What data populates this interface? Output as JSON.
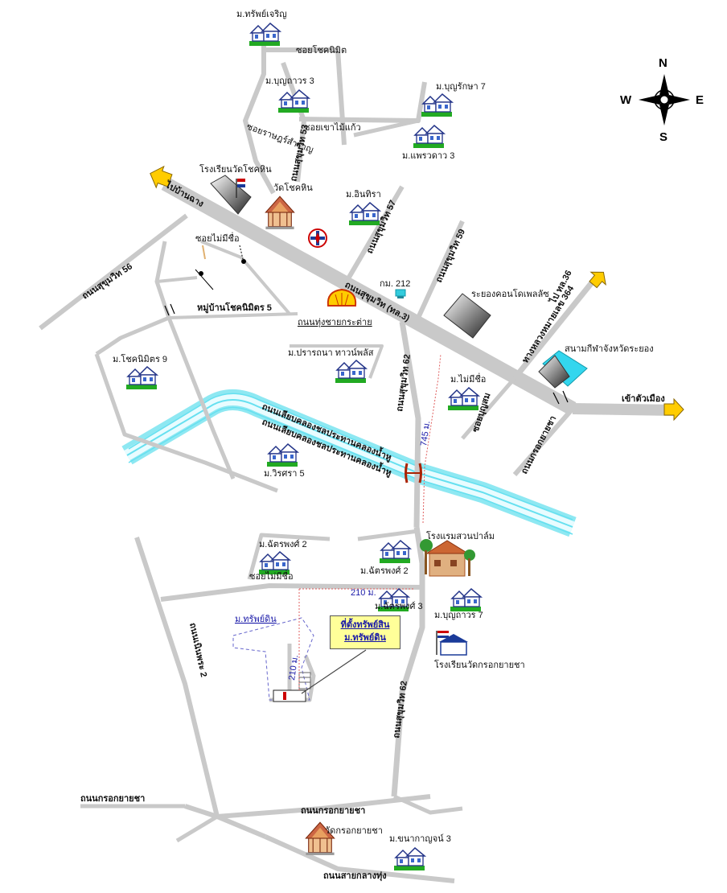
{
  "compass": {
    "n": "N",
    "s": "S",
    "e": "E",
    "w": "W"
  },
  "roads": {
    "sukhumvit_main": "ถนนสุขุมวิท (ทล.3)",
    "to_ban_chang": "ไปบ้านฉาง",
    "to_route36": "ไป ทล.36",
    "to_city": "เข้าตัวเมือง",
    "sukhumvit_53": "ถนนสุขุมวิท 53",
    "sukhumvit_56": "ถนนสุขุมวิท 56",
    "sukhumvit_57": "ถนนสุขุมวิท 57",
    "sukhumvit_59": "ถนนสุขุมวิท 59",
    "sukhumvit_62_a": "ถนนสุขุมวิท 62",
    "sukhumvit_62_b": "ถนนสุขุมวิท 62",
    "route_364": "ทางหลวงหมายเลข 364",
    "klong_road_1": "ถนนเลียบคลองชลประทานคลองน้ำหู",
    "klong_road_2": "ถนนเลียบคลองชลประทานคลองน้ำหู",
    "nong_ya_sai": "ถนนทุ่งชายกระต่าย",
    "kroksai_1": "ถนนกรอกยายชา",
    "kroksai_2": "ถนนกรอกยายชา",
    "kroksai_3": "ถนนกรอกยายชา",
    "noen_phra_2": "ถนนเนินพระ 2",
    "sai_klang_thung": "ถนนสายกลางทุ่ง",
    "soi_chok_nimit": "ซอยโชคนิมิต",
    "soi_khao_mai_kaeo": "ซอยเขาไม้แก้ว",
    "soi_rat_samran": "ซอยราษฎร์สำราญ",
    "soi_no_name_1": "ซอยไม่มีชื่อ",
    "soi_no_name_2": "ซอยไม่มีชื่อ",
    "soi_bun_som": "ซอยบุญสม"
  },
  "places": {
    "m_sap_charoen": "ม.ทรัพย์เจริญ",
    "m_bunthawon_3": "ม.บุญถาวร 3",
    "m_bunrak_7": "ม.บุญรักษา 7",
    "m_phrao_dao_3": "ม.แพรวดาว 3",
    "school_chok_hin": "โรงเรียนวัดโชคหิน",
    "wat_chok_hin": "วัดโชคหิน",
    "m_inthira": "ม.อินทิรา",
    "ban_chok_nimit_5": "หมู่บ้านโชคนิมิตร 5",
    "kom_212": "กม. 212",
    "rayong_complex": "ระยองคอนโดเพลลัซ",
    "m_chok_nimit_9": "ม.โชคนิมิตร 9",
    "m_prathana": "ม.ปรารถนา ทาวน์พลัส",
    "m_no_name": "ม.ไม่มีชื่อ",
    "sports_center": "สนามกีฬาจังหวัดระยอง",
    "m_wirasa_5": "ม.วิรศรา 5",
    "hotel_suan_palm": "โรงแรมสวนปาล์ม",
    "m_chatphong_2_a": "ม.ฉัตรพงศ์ 2",
    "m_chatphong_2_b": "ม.ฉัตรพงศ์ 2",
    "m_chatphong_3": "ม.ฉัตรพงศ์ 3",
    "m_bunthawon_7": "ม.บุญถาวร 7",
    "m_sap_din": "ม.ทรัพย์ดิน",
    "school_kroksai": "โรงเรียนวัดกรอกยายชา",
    "wat_kroksai": "วัดกรอกยายชา",
    "m_khanakan_3": "ม.ขนากาญจน์ 3"
  },
  "target": {
    "line1": "ที่ตั้งทรัพย์สิน",
    "line2": "ม.ทรัพย์ดิน"
  },
  "distances": {
    "d745": "745 ม.",
    "d210_h": "210 ม.",
    "d210_v": "210 ม."
  },
  "colors": {
    "road": "#c9c9c9",
    "canal": "#66e0f0",
    "arrow": "#ffcc00",
    "distance_line": "#e06060",
    "target_box": "#ffff99"
  },
  "icons": [
    "house-icon",
    "temple-icon",
    "school-flag-icon",
    "shell-icon",
    "caltex-icon",
    "bridge-icon",
    "hotel-icon",
    "compass-icon"
  ]
}
